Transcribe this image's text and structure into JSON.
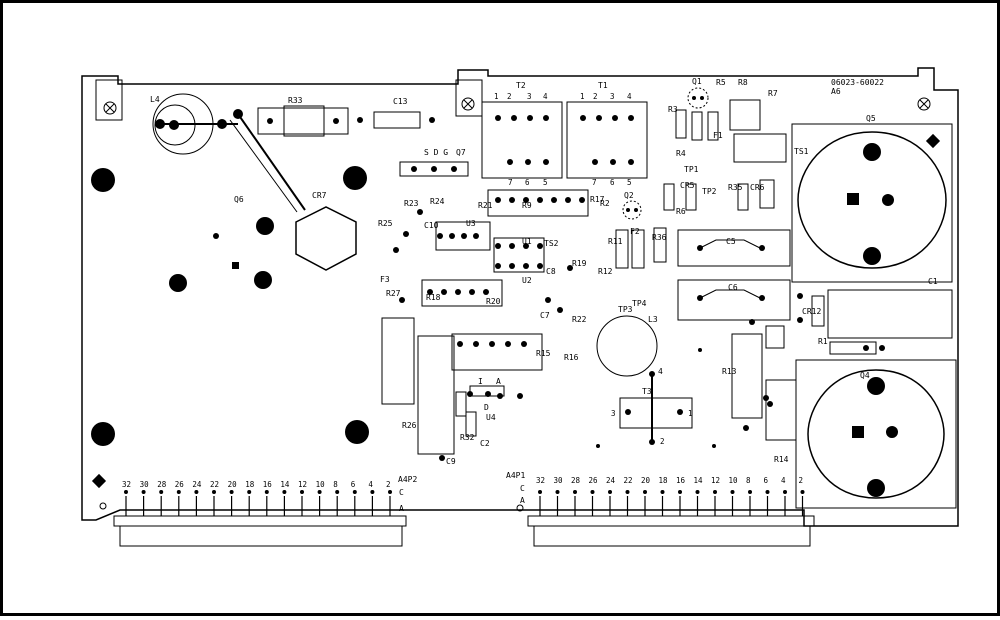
{
  "drawing_number": "06023-60022",
  "board_id": "A6",
  "connectors": {
    "left": {
      "label": "A4P2",
      "row_c": "C",
      "row_a": "A",
      "pins": [
        "32",
        "30",
        "28",
        "26",
        "24",
        "22",
        "20",
        "18",
        "16",
        "14",
        "12",
        "10",
        "8",
        "6",
        "4",
        "2"
      ]
    },
    "right": {
      "label": "A4P1",
      "row_c": "C",
      "row_a": "A",
      "pins": [
        "32",
        "30",
        "28",
        "26",
        "24",
        "22",
        "20",
        "18",
        "16",
        "14",
        "12",
        "10",
        "8",
        "6",
        "4",
        "2"
      ]
    }
  },
  "components": {
    "L4": "L4",
    "R33": "R33",
    "C13": "C13",
    "Q7": "Q7",
    "Q7_pins": "S D G",
    "Q6": "Q6",
    "CR7": "CR7",
    "T2": "T2",
    "T1": "T1",
    "T2_top_pins": [
      "1",
      "2",
      "3",
      "4"
    ],
    "T2_bottom_pins": [
      "7",
      "6",
      "5"
    ],
    "T1_top_pins": [
      "1",
      "2",
      "3",
      "4"
    ],
    "T1_bottom_pins": [
      "7",
      "6",
      "5"
    ],
    "Q1": "Q1",
    "R5": "R5",
    "R8": "R8",
    "R7": "R7",
    "R3": "R3",
    "R4": "R4",
    "F1": "F1",
    "TP1": "TP1",
    "TS1": "TS1",
    "Q5": "Q5",
    "Q4": "Q4",
    "Q2": "Q2",
    "R2": "R2",
    "R21": "R21",
    "R24": "R24",
    "R25": "R25",
    "R23": "R23",
    "C10": "C10",
    "U3": "U3",
    "U1": "U1",
    "U2": "U2",
    "U4": "U4",
    "R17": "R17",
    "R19": "R19",
    "R11": "R11",
    "R12": "R12",
    "F2": "F2",
    "R36": "R36",
    "CR5": "CR5",
    "R35": "R35",
    "TP2": "TP2",
    "CR6": "CR6",
    "C5": "C5",
    "C6": "C6",
    "C1": "C1",
    "C8": "C8",
    "TS2": "TS2",
    "TP3": "TP3",
    "TP4": "TP4",
    "L3": "L3",
    "L3_pin": "4",
    "T3": "T3",
    "T3_pins": [
      "3",
      "1",
      "2"
    ],
    "R13": "R13",
    "R14": "R14",
    "R1": "R1",
    "R22": "R22",
    "C7": "C7",
    "R16": "R16",
    "R26": "R26",
    "R32": "R32",
    "C2": "C2",
    "C9": "C9",
    "F3": "F3",
    "R27": "R27",
    "CR12": "CR12",
    "D_label": "D",
    "I_label": "I",
    "A_label": "A",
    "R9": "R9",
    "R6": "R6",
    "R18": "R18",
    "R20": "R20",
    "R15": "R15"
  }
}
